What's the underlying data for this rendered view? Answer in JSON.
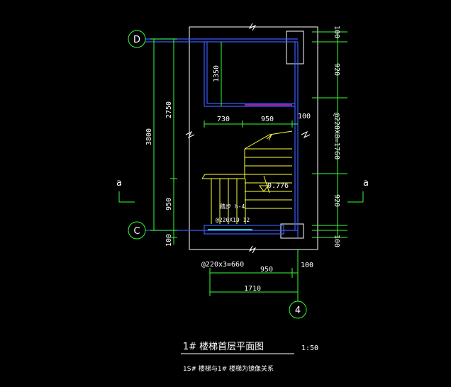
{
  "axes": {
    "d": "D",
    "c": "C",
    "four": "4",
    "a_left": "a",
    "a_right": "a"
  },
  "dims": {
    "left_outer": "3800",
    "left_mid": "2750",
    "left_low": "950",
    "left_bottom": "100",
    "right_top": "100",
    "right_920_top": "920",
    "right_mid": "@220X8=1760",
    "right_920_bottom": "920",
    "right_bottom": "100",
    "inner_1350": "1350",
    "inner_730": "730",
    "inner_950": "950",
    "inner_100": "100",
    "level_mark": "0.776",
    "step_note_1": "踏步 h-4",
    "step_note_2": "@220X19 12",
    "bottom_steps": "@220x3=660",
    "bottom_950": "950",
    "bottom_100": "100",
    "bottom_1710": "1710"
  },
  "title": {
    "main": "1# 楼梯首层平面图",
    "scale": "1:50",
    "note": "1S# 楼梯与1# 楼梯为镜像关系"
  }
}
